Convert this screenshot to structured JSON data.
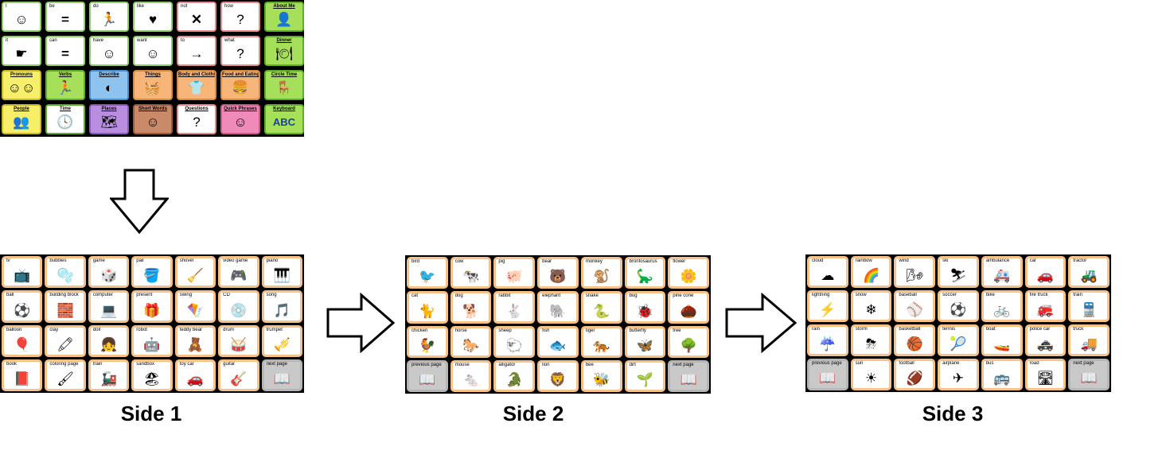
{
  "home_board": {
    "cells": [
      {
        "label": "I",
        "icon": "☺",
        "bg": "#ffffff",
        "border": "#8fcf6a",
        "center": false
      },
      {
        "label": "be",
        "icon": "=",
        "bg": "#ffffff",
        "border": "#8fcf6a",
        "center": false
      },
      {
        "label": "do",
        "icon": "🏃",
        "bg": "#ffffff",
        "border": "#8fcf6a",
        "center": false
      },
      {
        "label": "like",
        "icon": "♥",
        "bg": "#ffffff",
        "border": "#8fcf6a",
        "center": false
      },
      {
        "label": "not",
        "icon": "✕",
        "bg": "#ffffff",
        "border": "#e88a8a",
        "center": false
      },
      {
        "label": "how",
        "icon": "?",
        "bg": "#ffffff",
        "border": "#e88a8a",
        "center": false
      },
      {
        "label": "About Me",
        "icon": "👤",
        "bg": "#a6e05a",
        "border": "#5fae2a",
        "center": true
      },
      {
        "label": "it",
        "icon": "☛",
        "bg": "#ffffff",
        "border": "#8fcf6a",
        "center": false
      },
      {
        "label": "can",
        "icon": "=",
        "bg": "#ffffff",
        "border": "#8fcf6a",
        "center": false
      },
      {
        "label": "have",
        "icon": "☺",
        "bg": "#ffffff",
        "border": "#8fcf6a",
        "center": false
      },
      {
        "label": "want",
        "icon": "☺",
        "bg": "#ffffff",
        "border": "#8fcf6a",
        "center": false
      },
      {
        "label": "to",
        "icon": "→",
        "bg": "#ffffff",
        "border": "#e88a8a",
        "center": false
      },
      {
        "label": "what",
        "icon": "?",
        "bg": "#ffffff",
        "border": "#e88a8a",
        "center": false
      },
      {
        "label": "Dinner",
        "icon": "🍽",
        "bg": "#a6e05a",
        "border": "#5fae2a",
        "center": true
      },
      {
        "label": "Pronouns",
        "icon": "☺☺",
        "bg": "#f7ef6a",
        "border": "#c9b92a",
        "center": true
      },
      {
        "label": "Verbs",
        "icon": "🏃",
        "bg": "#a6e05a",
        "border": "#5fae2a",
        "center": true
      },
      {
        "label": "Describe",
        "icon": "◐",
        "bg": "#8ec3f0",
        "border": "#4a8fd0",
        "center": true
      },
      {
        "label": "Things",
        "icon": "🧺",
        "bg": "#f7b57a",
        "border": "#d98a40",
        "center": true
      },
      {
        "label": "Body and Clothing",
        "icon": "👕",
        "bg": "#f7b57a",
        "border": "#d98a40",
        "center": true
      },
      {
        "label": "Food and Eating",
        "icon": "🍔",
        "bg": "#f7b57a",
        "border": "#d98a40",
        "center": true
      },
      {
        "label": "Circle Time",
        "icon": "🪑",
        "bg": "#a6e05a",
        "border": "#5fae2a",
        "center": true
      },
      {
        "label": "People",
        "icon": "👥",
        "bg": "#f7ef6a",
        "border": "#c9b92a",
        "center": true
      },
      {
        "label": "Time",
        "icon": "🕓",
        "bg": "#ffffff",
        "border": "#5fae2a",
        "center": true
      },
      {
        "label": "Places",
        "icon": "🗺",
        "bg": "#b98ee0",
        "border": "#8a5ab8",
        "center": true
      },
      {
        "label": "Short Words",
        "icon": "☺",
        "bg": "#c98a6a",
        "border": "#9a5a3a",
        "center": true
      },
      {
        "label": "Questions",
        "icon": "?",
        "bg": "#ffffff",
        "border": "#e88a8a",
        "center": true
      },
      {
        "label": "Quick Phrases",
        "icon": "☺",
        "bg": "#f08ab8",
        "border": "#c95a8a",
        "center": true
      },
      {
        "label": "Keyboard",
        "icon": "ABC",
        "bg": "#a6e05a",
        "border": "#5fae2a",
        "center": true
      }
    ]
  },
  "sides": [
    {
      "label": "Side 1",
      "cells": [
        {
          "label": "tv",
          "icon": "📺"
        },
        {
          "label": "bubbles",
          "icon": "🫧"
        },
        {
          "label": "game",
          "icon": "🎲"
        },
        {
          "label": "pail",
          "icon": "🪣"
        },
        {
          "label": "shovel",
          "icon": "🧹"
        },
        {
          "label": "video game",
          "icon": "🎮"
        },
        {
          "label": "piano",
          "icon": "🎹"
        },
        {
          "label": "ball",
          "icon": "⚽"
        },
        {
          "label": "building block",
          "icon": "🧱"
        },
        {
          "label": "computer",
          "icon": "💻"
        },
        {
          "label": "present",
          "icon": "🎁"
        },
        {
          "label": "swing",
          "icon": "🪁"
        },
        {
          "label": "CD",
          "icon": "💿"
        },
        {
          "label": "song",
          "icon": "🎵"
        },
        {
          "label": "balloon",
          "icon": "🎈"
        },
        {
          "label": "clay",
          "icon": "🖍"
        },
        {
          "label": "doll",
          "icon": "👧"
        },
        {
          "label": "robot",
          "icon": "🤖"
        },
        {
          "label": "teddy bear",
          "icon": "🧸"
        },
        {
          "label": "drum",
          "icon": "🥁"
        },
        {
          "label": "trumpet",
          "icon": "🎺"
        },
        {
          "label": "book",
          "icon": "📕"
        },
        {
          "label": "coloring page",
          "icon": "🖌"
        },
        {
          "label": "train",
          "icon": "🚂"
        },
        {
          "label": "sandbox",
          "icon": "🏖"
        },
        {
          "label": "toy car",
          "icon": "🚗"
        },
        {
          "label": "guitar",
          "icon": "🎸"
        },
        {
          "label": "next page",
          "icon": "📖",
          "nav": true
        }
      ]
    },
    {
      "label": "Side 2",
      "cells": [
        {
          "label": "bird",
          "icon": "🐦"
        },
        {
          "label": "cow",
          "icon": "🐄"
        },
        {
          "label": "pig",
          "icon": "🐖"
        },
        {
          "label": "bear",
          "icon": "🐻"
        },
        {
          "label": "monkey",
          "icon": "🐒"
        },
        {
          "label": "brontosaurus",
          "icon": "🦕"
        },
        {
          "label": "flower",
          "icon": "🌼"
        },
        {
          "label": "cat",
          "icon": "🐈"
        },
        {
          "label": "dog",
          "icon": "🐕"
        },
        {
          "label": "rabbit",
          "icon": "🐇"
        },
        {
          "label": "elephant",
          "icon": "🐘"
        },
        {
          "label": "snake",
          "icon": "🐍"
        },
        {
          "label": "bug",
          "icon": "🐞"
        },
        {
          "label": "pine cone",
          "icon": "🌰"
        },
        {
          "label": "chicken",
          "icon": "🐓"
        },
        {
          "label": "horse",
          "icon": "🐎"
        },
        {
          "label": "sheep",
          "icon": "🐑"
        },
        {
          "label": "fish",
          "icon": "🐟"
        },
        {
          "label": "tiger",
          "icon": "🐅"
        },
        {
          "label": "butterfly",
          "icon": "🦋"
        },
        {
          "label": "tree",
          "icon": "🌳"
        },
        {
          "label": "previous page",
          "icon": "📖",
          "nav": true
        },
        {
          "label": "mouse",
          "icon": "🐁"
        },
        {
          "label": "alligator",
          "icon": "🐊"
        },
        {
          "label": "lion",
          "icon": "🦁"
        },
        {
          "label": "bee",
          "icon": "🐝"
        },
        {
          "label": "dirt",
          "icon": "🌱"
        },
        {
          "label": "next page",
          "icon": "📖",
          "nav": true
        }
      ]
    },
    {
      "label": "Side 3",
      "cells": [
        {
          "label": "cloud",
          "icon": "☁"
        },
        {
          "label": "rainbow",
          "icon": "🌈"
        },
        {
          "label": "wind",
          "icon": "🌬"
        },
        {
          "label": "ski",
          "icon": "⛷"
        },
        {
          "label": "ambulance",
          "icon": "🚑"
        },
        {
          "label": "car",
          "icon": "🚗"
        },
        {
          "label": "tractor",
          "icon": "🚜"
        },
        {
          "label": "lightning",
          "icon": "⚡"
        },
        {
          "label": "snow",
          "icon": "❄"
        },
        {
          "label": "baseball",
          "icon": "⚾"
        },
        {
          "label": "soccer",
          "icon": "⚽"
        },
        {
          "label": "bike",
          "icon": "🚲"
        },
        {
          "label": "fire truck",
          "icon": "🚒"
        },
        {
          "label": "train",
          "icon": "🚆"
        },
        {
          "label": "rain",
          "icon": "☔"
        },
        {
          "label": "storm",
          "icon": "⛈"
        },
        {
          "label": "basketball",
          "icon": "🏀"
        },
        {
          "label": "tennis",
          "icon": "🎾"
        },
        {
          "label": "boat",
          "icon": "🚤"
        },
        {
          "label": "police car",
          "icon": "🚓"
        },
        {
          "label": "truck",
          "icon": "🚚"
        },
        {
          "label": "previous page",
          "icon": "📖",
          "nav": true
        },
        {
          "label": "sun",
          "icon": "☀"
        },
        {
          "label": "football",
          "icon": "🏈"
        },
        {
          "label": "airplane",
          "icon": "✈"
        },
        {
          "label": "bus",
          "icon": "🚌"
        },
        {
          "label": "road",
          "icon": "🛣"
        },
        {
          "label": "next page",
          "icon": "📖",
          "nav": true
        }
      ]
    }
  ]
}
